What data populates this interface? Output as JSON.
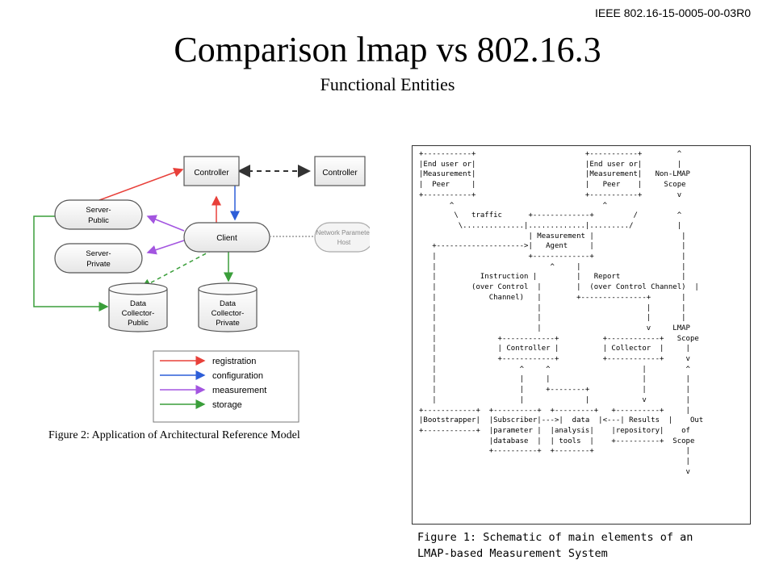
{
  "header": {
    "doc_id": "IEEE 802.16-15-0005-00-03R0",
    "title": "Comparison lmap vs 802.16.3",
    "subtitle": "Functional Entities"
  },
  "figure2": {
    "caption": "Figure 2: Application of Architectural Reference Model",
    "nodes": {
      "controller_main": "Controller",
      "controller_peer": "Controller",
      "server_public": [
        "Server-",
        "Public"
      ],
      "server_private": [
        "Server-",
        "Private"
      ],
      "client": "Client",
      "network_param_host": [
        "Network Parameter",
        "Host"
      ],
      "dc_public": [
        "Data",
        "Collector-",
        "Public"
      ],
      "dc_private": [
        "Data",
        "Collector-",
        "Private"
      ]
    },
    "legend": [
      {
        "label": "registration",
        "color": "#e8403a"
      },
      {
        "label": "configuration",
        "color": "#2d5ed8"
      },
      {
        "label": "measurement",
        "color": "#a355e0"
      },
      {
        "label": "storage",
        "color": "#3a9e3a"
      }
    ]
  },
  "figure1": {
    "ascii_lines": [
      "+-----------+                         +-----------+        ^",
      "|End user or|                         |End user or|        |",
      "|Measurement|                         |Measurement|   Non-LMAP",
      "|  Peer     |                         |   Peer    |     Scope",
      "+-----------+                         +-----------+        v",
      "       ^                                  ^",
      "        \\   traffic      +-------------+         /         ^",
      "         \\..............|.............|........./          |",
      "                         | Measurement |                    |",
      "   +-------------------->|   Agent     |                    |",
      "   |                     +-------------+                    |",
      "   |                          ^     |                       |",
      "   |          Instruction |         |   Report              |",
      "   |        (over Control  |        |  (over Control Channel)  |",
      "   |            Channel)   |        +---------------+       |",
      "   |                       |                        |       |",
      "   |                       |                        |       |",
      "   |                       |                        v     LMAP",
      "   |              +------------+          +------------+   Scope",
      "   |              | Controller |          | Collector  |     |",
      "   |              +------------+          +------------+     v",
      "   |                   ^     ^                     |         ^",
      "   |                   |     |                     |         |",
      "   |                   |     +--------+            |         |",
      "   |                   |              |            v         |",
      "+------------+  +----------+  +---------+   +----------+     |",
      "|Bootstrapper|  |Subscriber|--->|  data  |<---| Results  |    Out",
      "+------------+  |parameter |  |analysis|    |repository|    of",
      "                |database  |  | tools  |    +----------+  Scope",
      "                +----------+  +--------+                     |",
      "                                                             |",
      "                                                             v"
    ],
    "caption_lines": [
      "Figure 1: Schematic of main elements of an",
      "LMAP-based Measurement System"
    ]
  }
}
